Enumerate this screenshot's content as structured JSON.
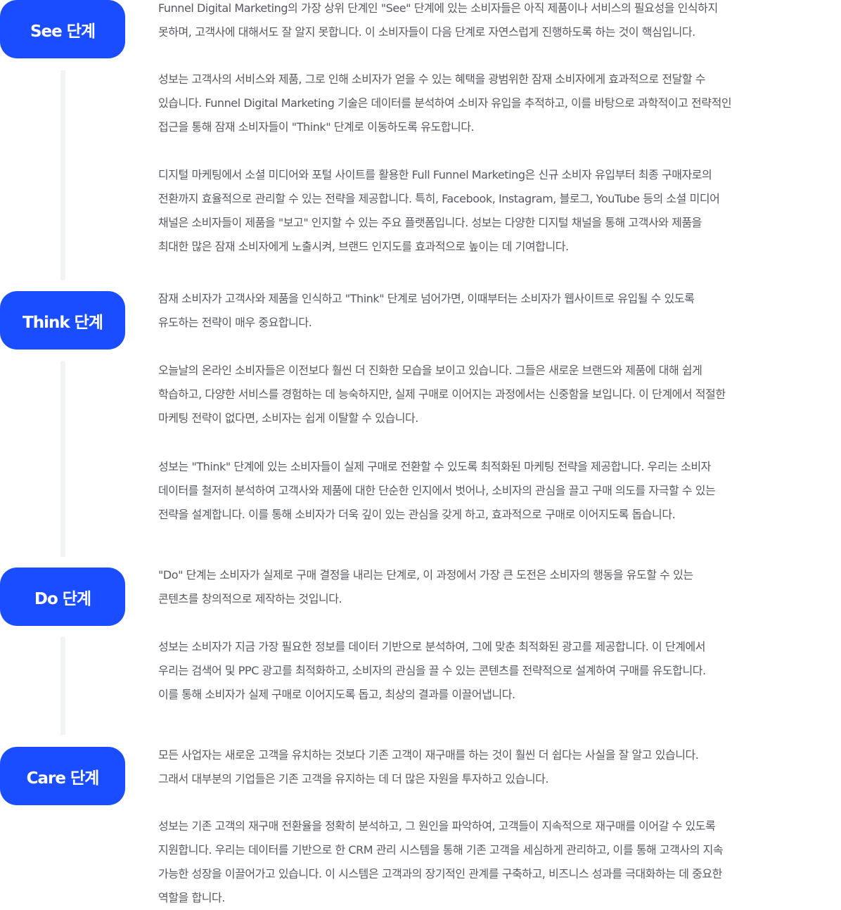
{
  "stages": [
    {
      "badge": "See 단계",
      "paragraphs": [
        "Funnel Digital Marketing의 가장 상위 단계인 \"See\" 단계에 있는 소비자들은 아직 제품이나 서비스의 필요성을 인식하지\n못하며, 고객사에 대해서도 잘 알지 못합니다. 이 소비자들이 다음 단계로 자연스럽게 진행하도록 하는 것이 핵심입니다.",
        "성보는 고객사의 서비스와 제품, 그로 인해 소비자가 얻을 수 있는 혜택을 광범위한 잠재 소비자에게 효과적으로 전달할 수\n있습니다. Funnel Digital Marketing 기술은 데이터를 분석하여 소비자 유입을 추적하고, 이를 바탕으로 과학적이고 전략적인\n접근을 통해 잠재 소비자들이 \"Think\" 단계로 이동하도록 유도합니다.",
        "디지털 마케팅에서 소셜 미디어와 포털 사이트를 활용한 Full Funnel Marketing은 신규 소비자 유입부터 최종 구매자로의\n전환까지 효율적으로 관리할 수 있는 전략을 제공합니다. 특히, Facebook, Instagram, 블로그, YouTube 등의 소셜 미디어\n채널은 소비자들이 제품을 \"보고\" 인지할 수 있는 주요 플랫폼입니다. 성보는 다양한 디지털 채널을 통해 고객사와 제품을\n최대한 많은 잠재 소비자에게 노출시켜, 브랜드 인지도를 효과적으로 높이는 데 기여합니다."
      ]
    },
    {
      "badge": "Think 단계",
      "paragraphs": [
        "잠재 소비자가 고객사와 제품을 인식하고 \"Think\" 단계로 넘어가면, 이때부터는 소비자가 웹사이트로 유입될 수 있도록\n유도하는 전략이 매우 중요합니다.",
        "오늘날의 온라인 소비자들은 이전보다 훨씬 더 진화한 모습을 보이고 있습니다. 그들은 새로운 브랜드와 제품에 대해 쉽게\n학습하고, 다양한 서비스를 경험하는 데 능숙하지만, 실제 구매로 이어지는 과정에서는 신중함을 보입니다. 이 단계에서 적절한\n마케팅 전략이 없다면, 소비자는 쉽게 이탈할 수 있습니다.",
        "성보는 \"Think\" 단계에 있는 소비자들이 실제 구매로 전환할 수 있도록 최적화된 마케팅 전략을 제공합니다. 우리는 소비자\n데이터를 철저히 분석하여 고객사와 제품에 대한 단순한 인지에서 벗어나, 소비자의 관심을 끌고 구매 의도를 자극할 수 있는\n전략을 설계합니다. 이를 통해 소비자가 더욱 깊이 있는 관심을 갖게 하고, 효과적으로 구매로 이어지도록 돕습니다."
      ]
    },
    {
      "badge": "Do 단계",
      "paragraphs": [
        "\"Do\" 단계는 소비자가 실제로 구매 결정을 내리는 단계로, 이 과정에서 가장 큰 도전은 소비자의 행동을 유도할 수 있는\n콘텐츠를 창의적으로 제작하는 것입니다.",
        "성보는 소비자가 지금 가장 필요한 정보를 데이터 기반으로 분석하여, 그에 맞춘 최적화된 광고를 제공합니다. 이 단계에서\n우리는 검색어 및 PPC 광고를 최적화하고, 소비자의 관심을 끌 수 있는 콘텐츠를 전략적으로 설계하여 구매를 유도합니다.\n이를 통해 소비자가 실제 구매로 이어지도록 돕고, 최상의 결과를 이끌어냅니다."
      ]
    },
    {
      "badge": "Care 단계",
      "paragraphs": [
        "모든 사업자는 새로운 고객을 유치하는 것보다 기존 고객이 재구매를 하는 것이 훨씬 더 쉽다는 사실을 잘 알고 있습니다.\n그래서 대부분의 기업들은 기존 고객을 유지하는 데 더 많은 자원을 투자하고 있습니다.",
        "성보는 기존 고객의 재구매 전환율을 정확히 분석하고, 그 원인을 파악하여, 고객들이 지속적으로 재구매를 이어갈 수 있도록\n지원합니다. 우리는 데이터를 기반으로 한 CRM 관리 시스템을 통해 기존 고객을 세심하게 관리하고, 이를 통해 고객사의 지속\n가능한 성장을 이끌어가고 있습니다. 이 시스템은 고객과의 장기적인 관계를 구축하고, 비즈니스 성과를 극대화하는 데 중요한\n역할을 합니다."
      ]
    }
  ]
}
